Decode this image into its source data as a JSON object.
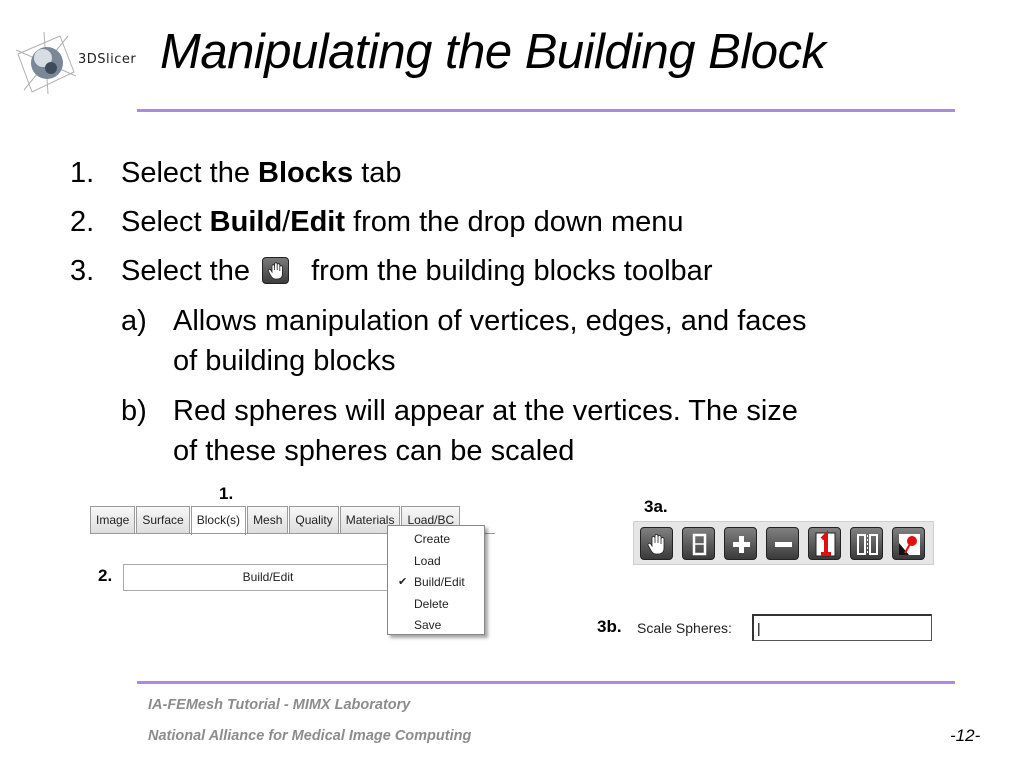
{
  "logo": {
    "text": "3DSlicer",
    "icon": "slicer-logo-icon"
  },
  "title": "Manipulating the Building Block",
  "steps": [
    {
      "num": "1.",
      "pre": "Select the ",
      "bold": "Blocks",
      "post": " tab"
    },
    {
      "num": "2.",
      "pre": "Select ",
      "bold": "Build",
      "mid": "/",
      "bold2": "Edit",
      "post": " from the drop down menu"
    },
    {
      "num": "3.",
      "pre": "Select the ",
      "icon": "hand-tool-icon",
      "post": " from the building blocks toolbar"
    }
  ],
  "substeps": [
    {
      "label": "a)",
      "lines": [
        "Allows manipulation of vertices, edges, and faces",
        "of building blocks"
      ]
    },
    {
      "label": "b)",
      "lines": [
        "Red spheres will appear at the vertices.  The size",
        "of these spheres can be scaled"
      ]
    }
  ],
  "figure": {
    "label_1": "1.",
    "label_2": "2.",
    "label_3a": "3a.",
    "label_3b": "3b.",
    "tabs": [
      "Image",
      "Surface",
      "Block(s)",
      "Mesh",
      "Quality",
      "Materials",
      "Load/BC"
    ],
    "active_tab": "Block(s)",
    "combo_value": "Build/Edit",
    "menu_items": [
      "Create",
      "Load",
      "Build/Edit",
      "Delete",
      "Save"
    ],
    "menu_checked": "Build/Edit",
    "toolbar_icons": [
      "hand-tool-icon",
      "box-icon",
      "plus-icon",
      "minus-icon",
      "red-one-icon",
      "split-icon",
      "red-pin-icon"
    ],
    "scale_label": "Scale Spheres:",
    "scale_value": ""
  },
  "footer": {
    "line1": "IA-FEMesh Tutorial - MIMX Laboratory",
    "line2": "National Alliance for Medical Image Computing",
    "page": "-12-"
  },
  "colors": {
    "rule": "#a98be6",
    "footer_text": "#8c8c8c",
    "accent_red": "#e01010"
  }
}
